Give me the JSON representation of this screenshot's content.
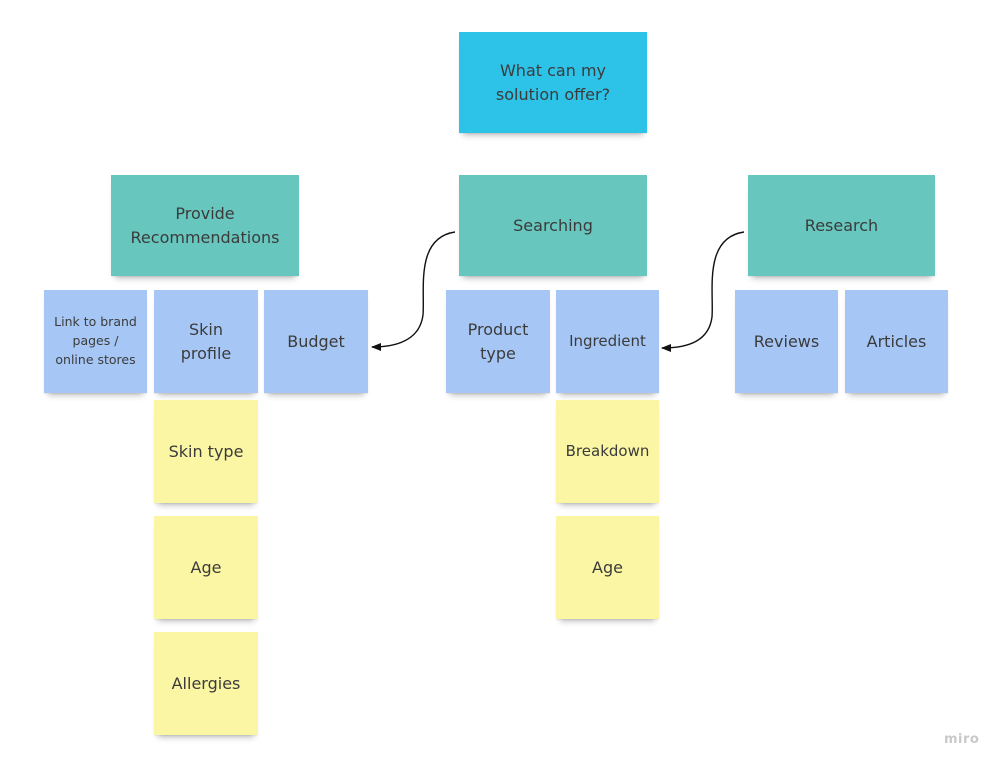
{
  "colors": {
    "root": "#2dc3e8",
    "category": "#67c6be",
    "feature": "#a6c7f5",
    "detail": "#fbf6a4",
    "connector": "#111111"
  },
  "root": {
    "text": "What can my\nsolution offer?"
  },
  "categories": {
    "recommendations": {
      "text": "Provide\nRecommendations"
    },
    "searching": {
      "text": "Searching"
    },
    "research": {
      "text": "Research"
    }
  },
  "features": {
    "link_brand": {
      "text": "Link to brand\npages /\nonline stores"
    },
    "skin_profile": {
      "text": "Skin\nprofile"
    },
    "budget": {
      "text": "Budget"
    },
    "product_type": {
      "text": "Product\ntype"
    },
    "ingredient": {
      "text": "Ingredient"
    },
    "reviews": {
      "text": "Reviews"
    },
    "articles": {
      "text": "Articles"
    }
  },
  "details": {
    "skin_type": {
      "text": "Skin type"
    },
    "age_profile": {
      "text": "Age"
    },
    "allergies": {
      "text": "Allergies"
    },
    "breakdown": {
      "text": "Breakdown"
    },
    "age_ingredient": {
      "text": "Age"
    }
  },
  "watermark": {
    "text": "miro"
  }
}
